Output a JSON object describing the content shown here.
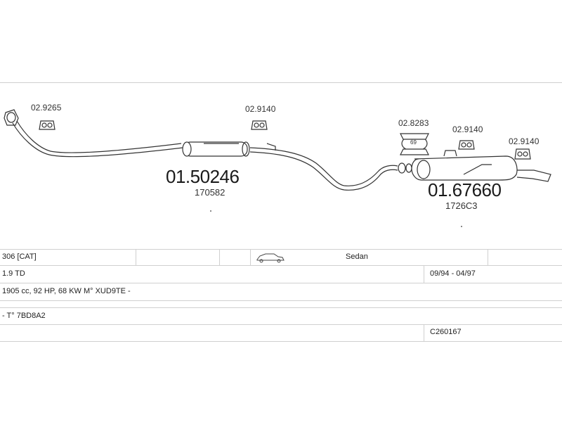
{
  "parts": {
    "front_pipe_hanger": "02.9265",
    "mid_hanger": "02.9140",
    "rear_clamp": "02.8283",
    "rear_clamp_size": "69",
    "rear_hanger_1": "02.9140",
    "rear_hanger_2": "02.9140",
    "center_silencer_code": "01.50246",
    "center_silencer_ref": "170582",
    "rear_silencer_code": "01.67660",
    "rear_silencer_ref": "1726C3"
  },
  "vehicle": {
    "model": "306  [CAT]",
    "body": "Sedan",
    "engine": "1.9 TD",
    "years": "09/94 - 04/97",
    "spec": "1905 cc, 92 HP, 68 KW M° XUD9TE -",
    "type": "- T° 7BD8A2",
    "catalog": "C260167"
  }
}
